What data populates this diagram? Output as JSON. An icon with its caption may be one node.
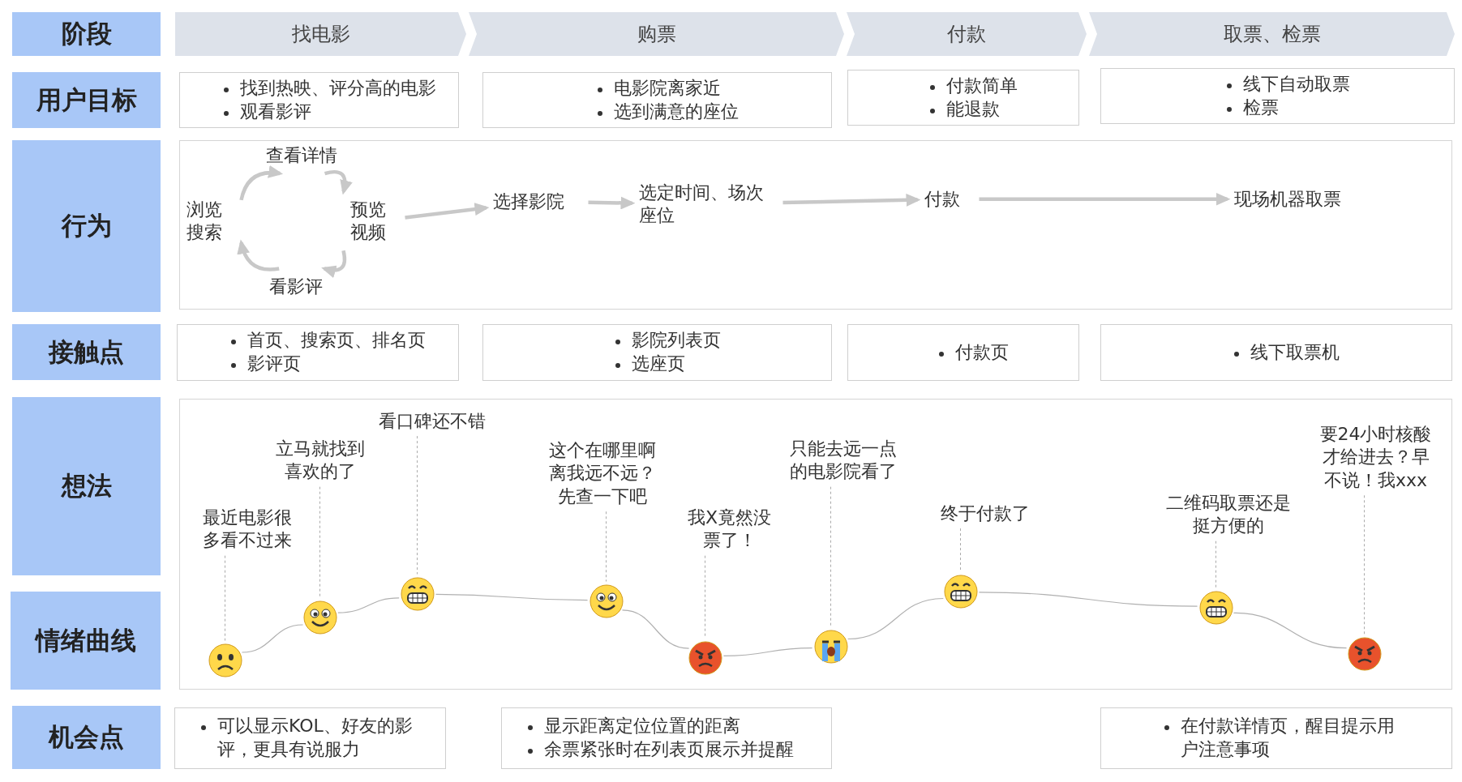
{
  "diagram": {
    "nodes": [
      {
        "text": [
          "阶段"
        ]
      },
      {
        "text": [
          "找电影"
        ]
      },
      {
        "text": [
          "购票"
        ]
      },
      {
        "text": [
          "付款"
        ]
      },
      {
        "text": [
          "取票、检票"
        ]
      },
      {
        "text": [
          "用户目标"
        ]
      },
      {
        "text": [
          "找到热映、评分高的电影",
          "观看影评"
        ]
      },
      {
        "text": [
          "电影院离家近",
          "选到满意的座位"
        ]
      },
      {
        "text": [
          "付款简单",
          "能退款"
        ]
      },
      {
        "text": [
          "线下自动取票",
          "检票"
        ]
      },
      {
        "text": [
          "行为"
        ]
      },
      {
        "text": [],
        "shape": "box"
      },
      {
        "text": [
          "浏览搜索"
        ],
        "in": 11
      },
      {
        "text": [
          "查看详情"
        ],
        "in": 11
      },
      {
        "text": [
          "预览视频"
        ],
        "in": 11
      },
      {
        "text": [
          "看影评"
        ],
        "in": 11
      },
      {
        "text": [
          "选择影院"
        ],
        "in": 11
      },
      {
        "text": [
          "选定时间、场次座位"
        ],
        "in": 11
      },
      {
        "text": [
          "付款"
        ],
        "in": 11
      },
      {
        "text": [
          "现场机器取票"
        ],
        "in": 11
      },
      {
        "text": [
          "接触点"
        ]
      },
      {
        "text": [
          "首页、搜索页、排名页",
          "影评页"
        ]
      },
      {
        "text": [
          "影院列表页",
          "选座页"
        ]
      },
      {
        "text": [
          "付款页"
        ]
      },
      {
        "text": [
          "线下取票机"
        ]
      },
      {
        "text": [
          "想法"
        ]
      },
      {
        "text": [
          "情绪曲线"
        ]
      },
      {
        "text": [],
        "shape": "box"
      },
      {
        "text": [
          "最近电影很多看不过来"
        ],
        "in": 27
      },
      {
        "text": [
          "立马就找到喜欢的了"
        ],
        "in": 27
      },
      {
        "text": [
          "看口碑还不错"
        ],
        "in": 27
      },
      {
        "text": [
          "这个在哪里啊离我远不远？先查一下吧"
        ],
        "in": 27
      },
      {
        "text": [
          "我X竟然没票了！"
        ],
        "in": 27
      },
      {
        "text": [
          "只能去远一点的电影院看了"
        ],
        "in": 27
      },
      {
        "text": [
          "终于付款了"
        ],
        "in": 27
      },
      {
        "text": [
          "二维码取票还是挺方便的"
        ],
        "in": 27
      },
      {
        "text": [
          "要24小时核酸才给进去？早不说！我xxx"
        ],
        "in": 27
      },
      {
        "text": [],
        "shape": "emoji",
        "in": 27
      },
      {
        "text": [],
        "shape": "emoji",
        "in": 27
      },
      {
        "text": [],
        "shape": "emoji",
        "in": 27
      },
      {
        "text": [],
        "shape": "emoji",
        "in": 27
      },
      {
        "text": [],
        "shape": "emoji",
        "in": 27
      },
      {
        "text": [],
        "shape": "emoji",
        "in": 27
      },
      {
        "text": [],
        "shape": "emoji",
        "in": 27
      },
      {
        "text": [],
        "shape": "emoji",
        "in": 27
      },
      {
        "text": [],
        "shape": "emoji",
        "in": 27
      },
      {
        "text": [
          "机会点"
        ]
      },
      {
        "text": [
          "可以显示KOL、好友的影评，更具有说服力"
        ]
      },
      {
        "text": [
          "显示距离定位位置的距离",
          "余票紧张时在列表页展示并提醒"
        ]
      },
      {
        "text": [
          "在付款详情页，醒目提示用户注意事项"
        ]
      }
    ],
    "edges": [
      {
        "from": 12,
        "to": 13,
        "arrow": "to",
        "style": "thick"
      },
      {
        "from": 13,
        "to": 14,
        "arrow": "to",
        "style": "thick"
      },
      {
        "from": 14,
        "to": 15,
        "arrow": "to",
        "style": "thick"
      },
      {
        "from": 15,
        "to": 12,
        "arrow": "to",
        "style": "thick"
      },
      {
        "from": 14,
        "to": 16,
        "arrow": "to",
        "style": "thick"
      },
      {
        "from": 16,
        "to": 17,
        "arrow": "to",
        "style": "thick"
      },
      {
        "from": 17,
        "to": 18,
        "arrow": "to",
        "style": "thick"
      },
      {
        "from": 18,
        "to": 19,
        "arrow": "to",
        "style": "thick"
      },
      {
        "from": 28,
        "to": 37,
        "arrow": "none",
        "style": "dashed"
      },
      {
        "from": 29,
        "to": 38,
        "arrow": "none",
        "style": "dashed"
      },
      {
        "from": 30,
        "to": 39,
        "arrow": "none",
        "style": "dashed"
      },
      {
        "from": 31,
        "to": 40,
        "arrow": "none",
        "style": "dashed"
      },
      {
        "from": 32,
        "to": 41,
        "arrow": "none",
        "style": "dashed"
      },
      {
        "from": 33,
        "to": 42,
        "arrow": "none",
        "style": "dashed"
      },
      {
        "from": 34,
        "to": 43,
        "arrow": "none",
        "style": "dashed"
      },
      {
        "from": 35,
        "to": 44,
        "arrow": "none",
        "style": "dashed"
      },
      {
        "from": 36,
        "to": 45,
        "arrow": "none",
        "style": "dashed"
      },
      {
        "from": 37,
        "to": 38,
        "arrow": "none"
      },
      {
        "from": 38,
        "to": 39,
        "arrow": "none"
      },
      {
        "from": 39,
        "to": 40,
        "arrow": "none"
      },
      {
        "from": 40,
        "to": 41,
        "arrow": "none"
      },
      {
        "from": 41,
        "to": 42,
        "arrow": "none"
      },
      {
        "from": 42,
        "to": 43,
        "arrow": "none"
      },
      {
        "from": 43,
        "to": 44,
        "arrow": "none"
      },
      {
        "from": 44,
        "to": 45,
        "arrow": "none"
      }
    ]
  }
}
